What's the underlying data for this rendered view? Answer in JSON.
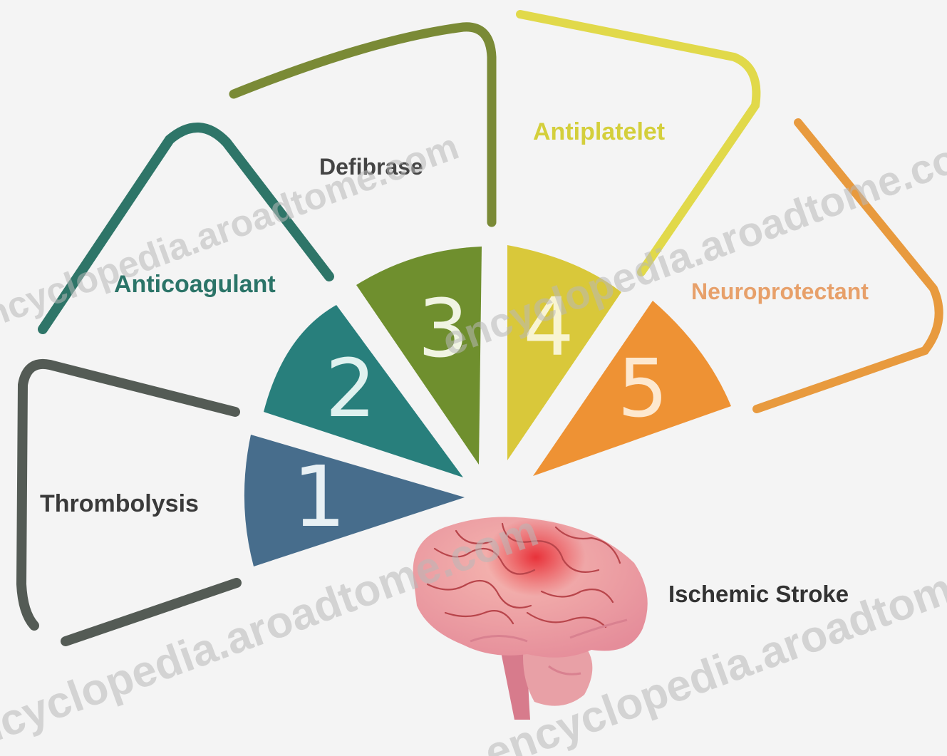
{
  "segments": [
    {
      "number": "1",
      "label": "Thrombolysis",
      "color": "#476d8c",
      "label_color": "#3a3a3a"
    },
    {
      "number": "2",
      "label": "Anticoagulant",
      "color": "#287f7c",
      "label_color": "#2b7468"
    },
    {
      "number": "3",
      "label": "Defibrase",
      "color": "#6f8f2e",
      "label_color": "#444444"
    },
    {
      "number": "4",
      "label": "Antiplatelet",
      "color": "#d9c83a",
      "label_color": "#d4cf3c"
    },
    {
      "number": "5",
      "label": "Neuroprotectant",
      "color": "#ee9234",
      "label_color": "#e7a06a"
    }
  ],
  "center_label": "Ischemic Stroke",
  "watermark": "encyclopedia.aroadtome.com",
  "icons": {
    "brain": "brain-icon"
  }
}
